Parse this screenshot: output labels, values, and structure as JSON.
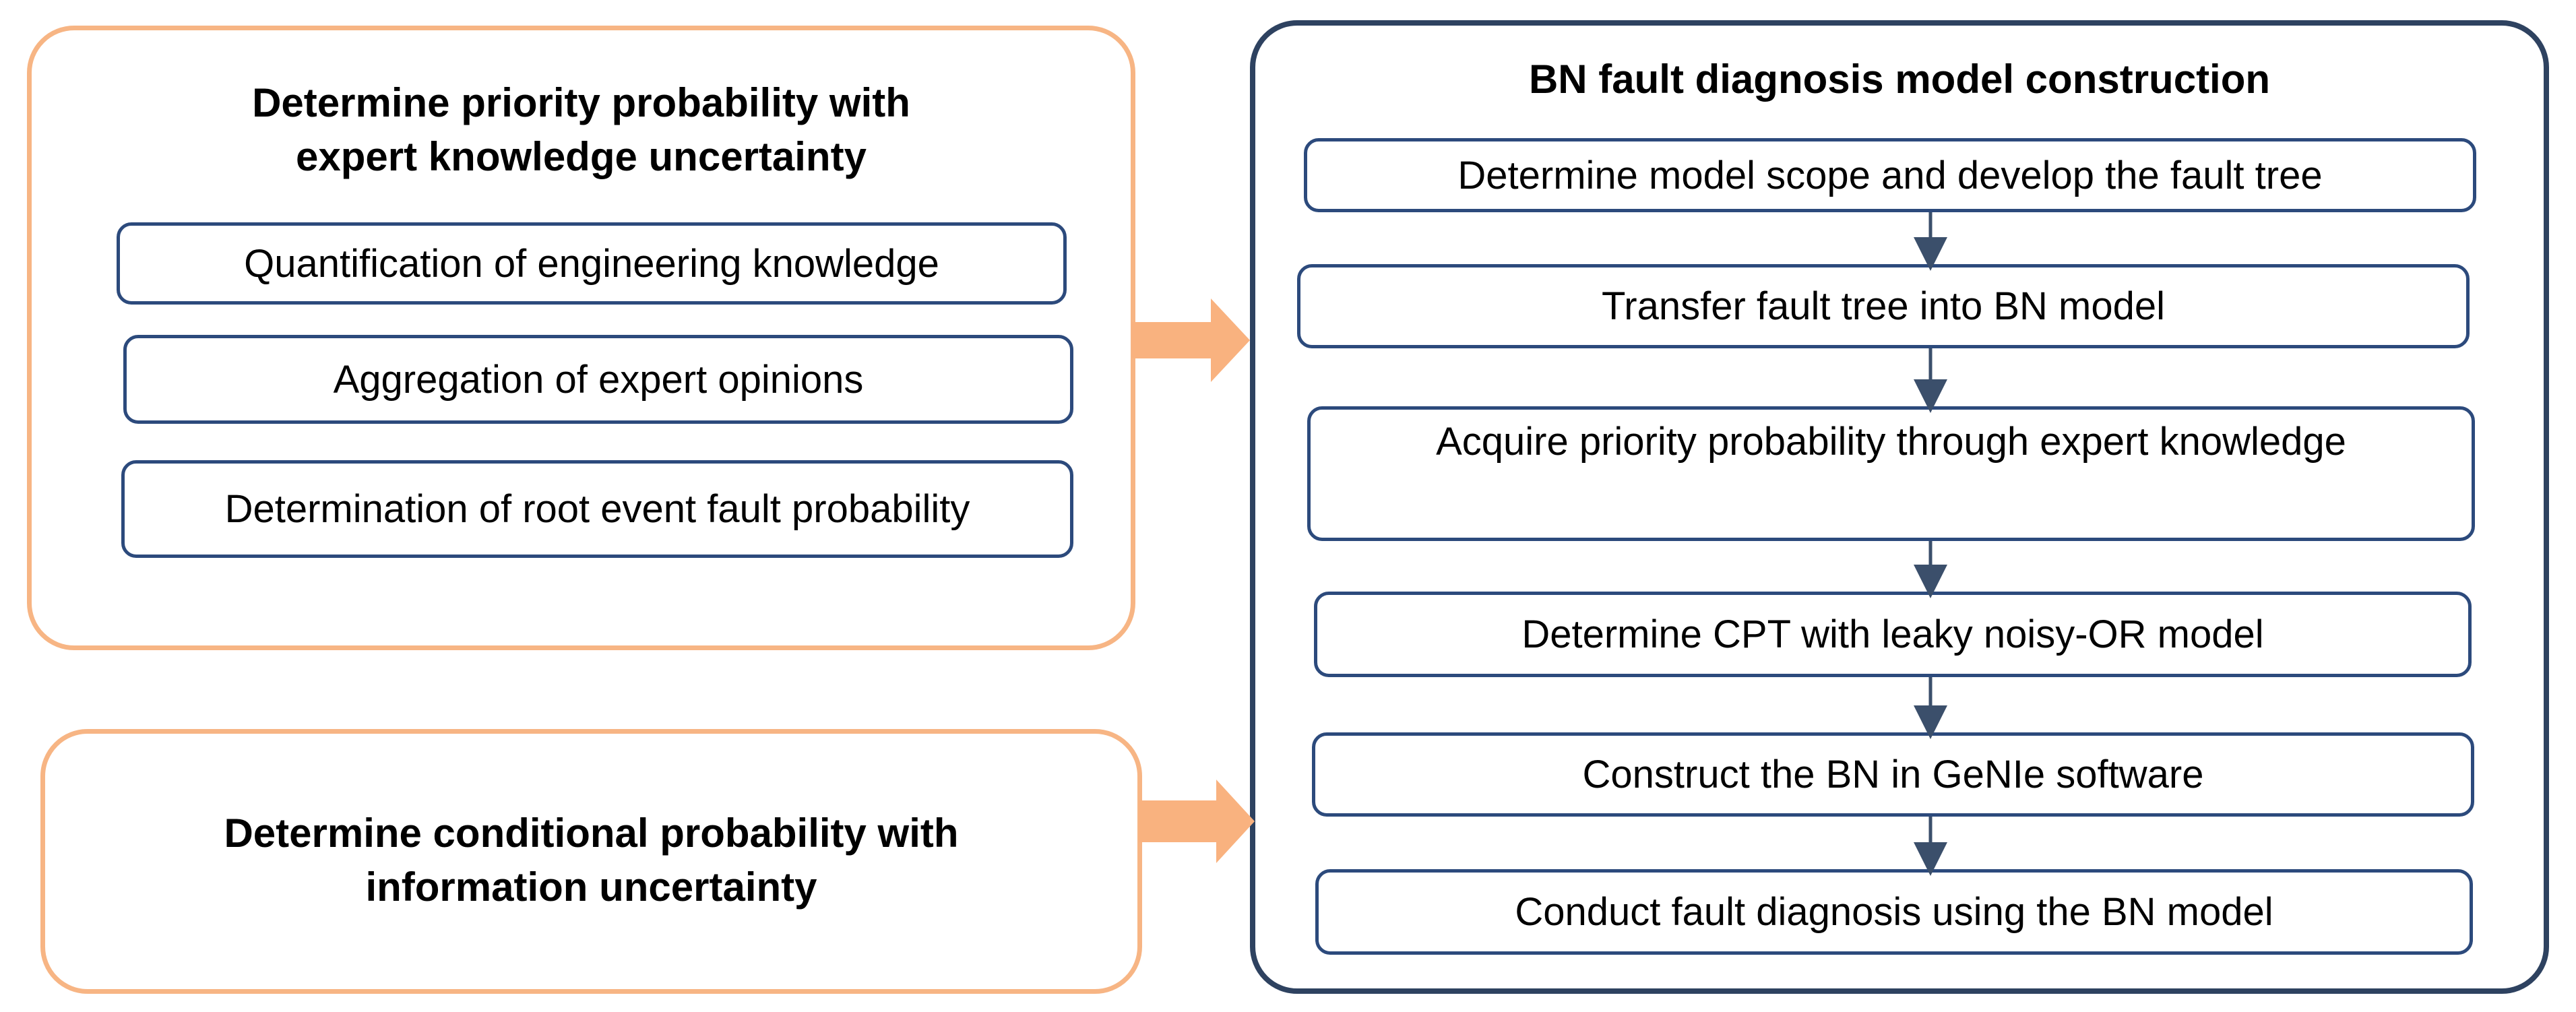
{
  "left_top_panel": {
    "title_line1": "Determine priority probability with",
    "title_line2": "expert knowledge uncertainty",
    "items": [
      "Quantification of engineering knowledge",
      "Aggregation of expert opinions",
      "Determination of root event fault probability"
    ]
  },
  "left_bottom_panel": {
    "title_line1": "Determine conditional probability with",
    "title_line2": "information uncertainty"
  },
  "right_panel": {
    "title": "BN fault diagnosis model construction",
    "steps": [
      "Determine model scope and develop the fault tree",
      "Transfer fault tree into BN model",
      "Acquire priority probability through expert knowledge",
      "Determine CPT with leaky noisy-OR model",
      "Construct the BN in GeNIe software",
      "Conduct fault diagnosis using the BN model"
    ]
  },
  "colors": {
    "orange_border": "#f7b584",
    "orange_arrow": "#f9b27f",
    "navy_border": "#2e4260",
    "box_border": "#2c4a7c",
    "connector": "#3b4f6b"
  }
}
